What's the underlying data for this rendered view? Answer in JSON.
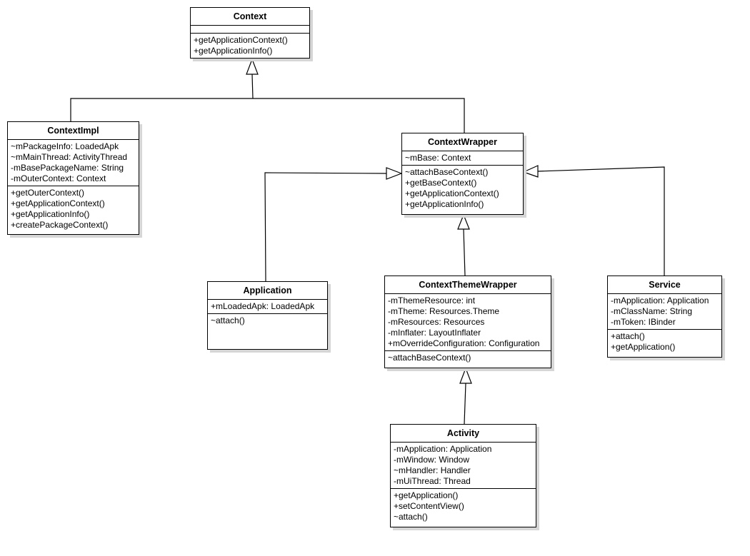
{
  "classes": {
    "context": {
      "name": "Context",
      "attributes": [],
      "methods": [
        "+getApplicationContext()",
        "+getApplicationInfo()"
      ]
    },
    "contextimpl": {
      "name": "ContextImpl",
      "attributes": [
        "~mPackageInfo: LoadedApk",
        "~mMainThread: ActivityThread",
        "-mBasePackageName: String",
        "-mOuterContext: Context"
      ],
      "methods": [
        "+getOuterContext()",
        "+getApplicationContext()",
        "+getApplicationInfo()",
        "+createPackageContext()"
      ]
    },
    "contextwrapper": {
      "name": "ContextWrapper",
      "attributes": [
        "~mBase: Context"
      ],
      "methods": [
        "~attachBaseContext()",
        "+getBaseContext()",
        "+getApplicationContext()",
        "+getApplicationInfo()"
      ]
    },
    "application": {
      "name": "Application",
      "attributes": [
        "+mLoadedApk: LoadedApk"
      ],
      "methods": [
        "~attach()"
      ]
    },
    "contextthemewrapper": {
      "name": "ContextThemeWrapper",
      "attributes": [
        "-mThemeResource: int",
        "-mTheme: Resources.Theme",
        "-mResources: Resources",
        "-mInflater: LayoutInflater",
        "+mOverrideConfiguration: Configuration"
      ],
      "methods": [
        "~attachBaseContext()"
      ]
    },
    "service": {
      "name": "Service",
      "attributes": [
        "-mApplication: Application",
        "-mClassName: String",
        "-mToken: IBinder"
      ],
      "methods": [
        "+attach()",
        "+getApplication()"
      ]
    },
    "activity": {
      "name": "Activity",
      "attributes": [
        "-mApplication: Application",
        "-mWindow: Window",
        "~mHandler: Handler",
        "-mUiThread: Thread"
      ],
      "methods": [
        "+getApplication()",
        "+setContentView()",
        "~attach()"
      ]
    }
  }
}
